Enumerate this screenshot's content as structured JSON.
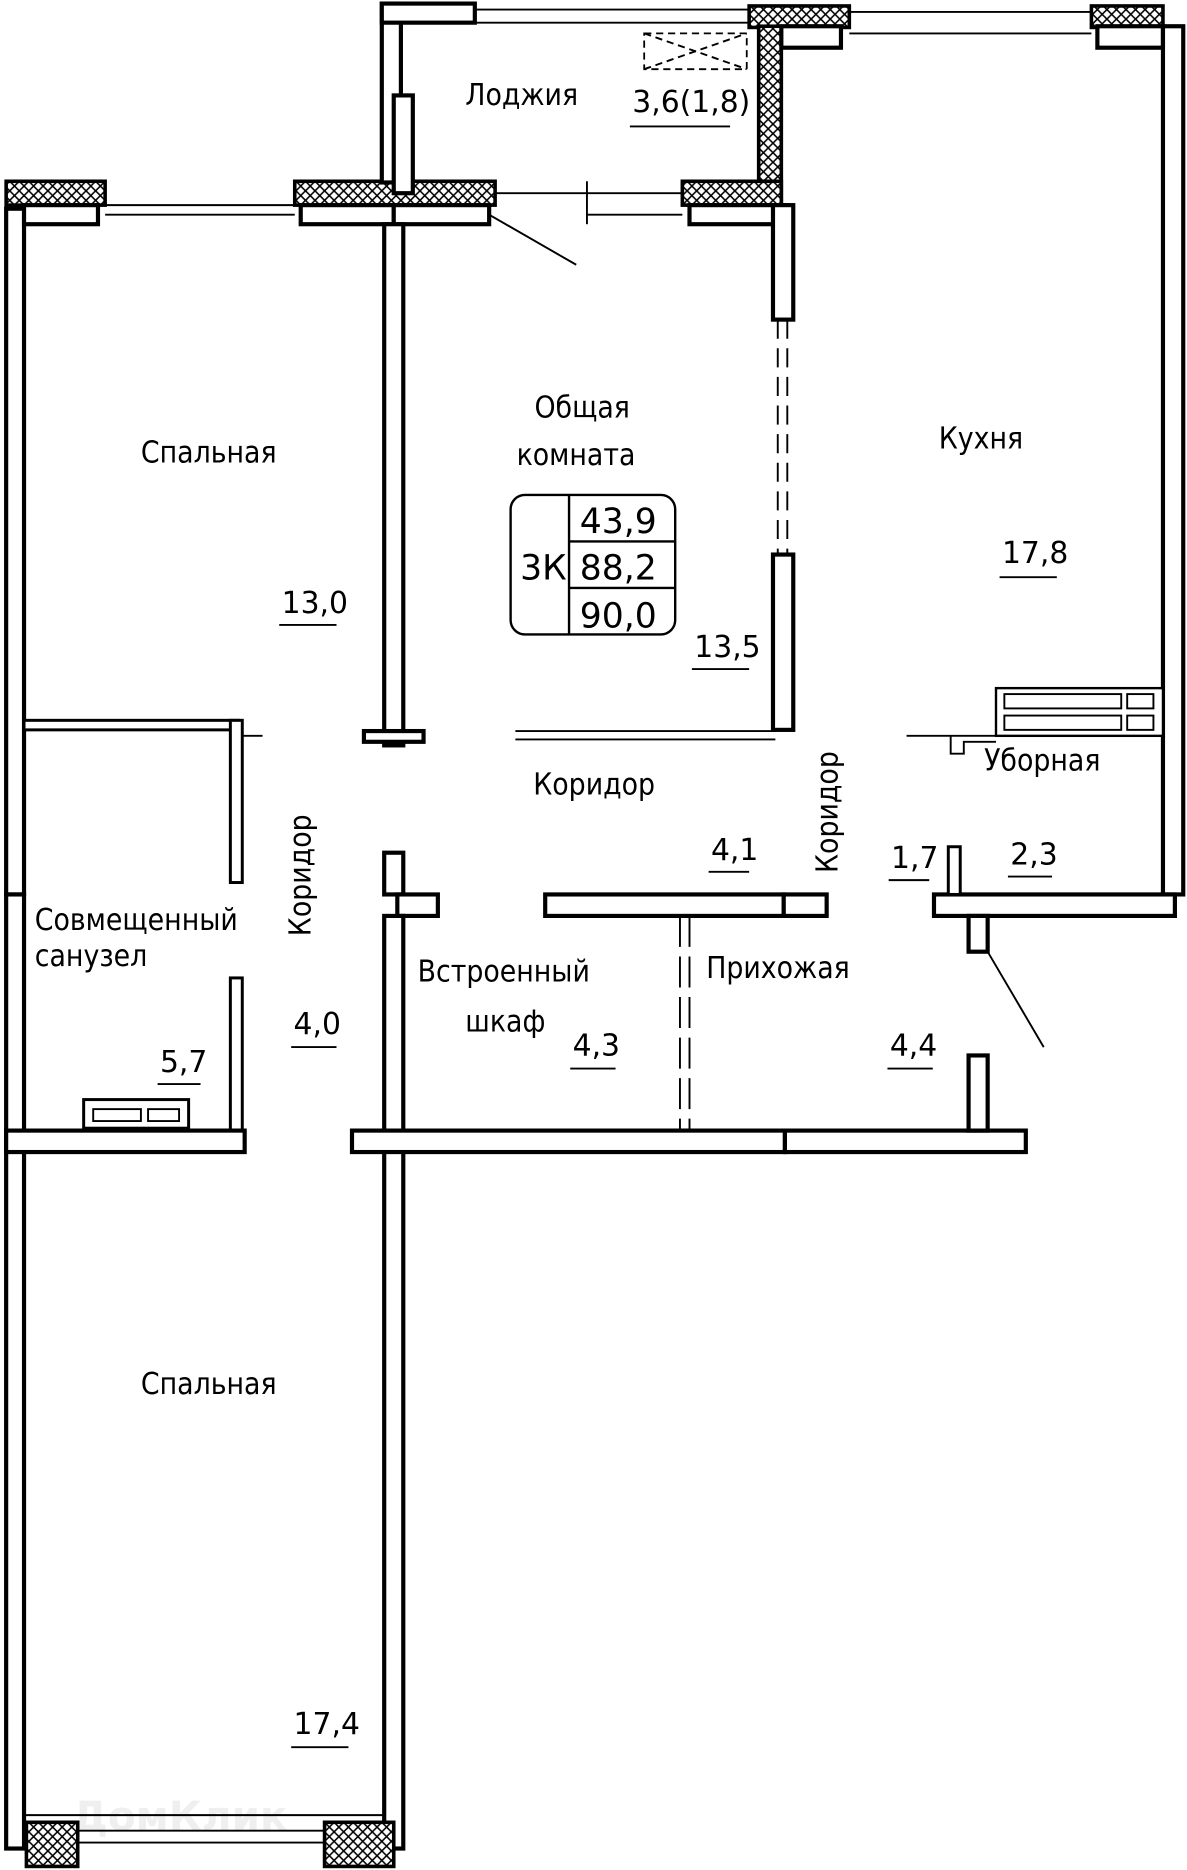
{
  "plan": {
    "type_label": "3К",
    "living_area": "43,9",
    "total_area": "88,2",
    "total_area_with_loggia": "90,0",
    "watermark": "ДомКлик"
  },
  "rooms": {
    "loggia": {
      "name": "Лоджия",
      "area": "3,6(1,8)"
    },
    "bedroom_top": {
      "name": "Спальная",
      "area": "13,0"
    },
    "living": {
      "name_line1": "Общая",
      "name_line2": "комната",
      "area": "13,5"
    },
    "kitchen": {
      "name": "Кухня",
      "area": "17,8"
    },
    "toilet": {
      "name": "Уборная",
      "area": "2,3"
    },
    "corridor_main": {
      "name": "Коридор",
      "area": "4,1"
    },
    "corridor_left": {
      "name": "Коридор",
      "area": "4,0"
    },
    "corridor_right": {
      "name": "Коридор",
      "area": "1,7"
    },
    "bathroom": {
      "name_line1": "Совмещенный",
      "name_line2": "санузел",
      "area": "5,7"
    },
    "closet": {
      "name_line1": "Встроенный",
      "name_line2": "шкаф",
      "area": "4,3"
    },
    "hallway": {
      "name": "Прихожая",
      "area": "4,4"
    },
    "bedroom_bottom": {
      "name": "Спальная",
      "area": "17,4"
    }
  },
  "colors": {
    "line": "#000000",
    "background": "#ffffff"
  }
}
